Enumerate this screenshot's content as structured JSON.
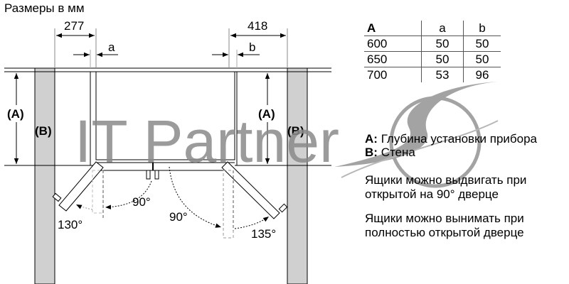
{
  "title": "Размеры в мм",
  "watermark": {
    "text": "IT Partner",
    "logo": "swoosh-circle-logo",
    "color": "#8a8a8a"
  },
  "dimensions": {
    "left_width": "277",
    "right_width": "418",
    "gap_left": "a",
    "gap_right": "b",
    "depth_left": "(A)",
    "depth_right": "(A)",
    "wall_left": "(B)",
    "wall_right": "(B)"
  },
  "angles": {
    "left_open_90": "90°",
    "left_open_full": "130°",
    "right_open_90": "90°",
    "right_open_full": "135°"
  },
  "table": {
    "headers": [
      "A",
      "a",
      "b"
    ],
    "rows": [
      [
        "600",
        "50",
        "50"
      ],
      [
        "650",
        "50",
        "50"
      ],
      [
        "700",
        "53",
        "96"
      ]
    ]
  },
  "legend": {
    "a_key": "A:",
    "a_text": "Глубина установки прибора",
    "b_key": "B:",
    "b_text": "Стена"
  },
  "notes": {
    "note1_line1": "Ящики можно выдвигать при",
    "note1_line2": "открытой на 90° дверце",
    "note2_line1": "Ящики можно вынимать при",
    "note2_line2": "полностью открытой дверце"
  },
  "colors": {
    "wall": "#d0d0d0",
    "line": "#000000",
    "dashed": "#555555",
    "watermark": "#8a8a8a"
  }
}
